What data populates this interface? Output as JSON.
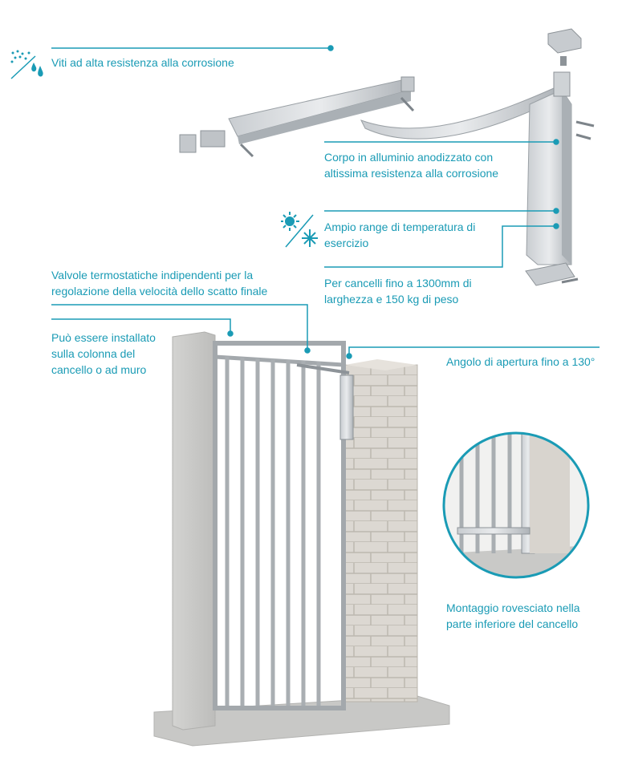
{
  "accent_color": "#1a9bb5",
  "callouts": {
    "screws": "Viti ad alta resistenza alla corrosione",
    "body_line1": "Corpo in alluminio anodizzato con",
    "body_line2": "altissima resistenza alla corrosione",
    "temp_line1": "Ampio range di temperatura di",
    "temp_line2": "esercizio",
    "gates_line1": "Per cancelli fino a 1300mm di",
    "gates_line2": "larghezza e 150 kg di peso",
    "valves_line1": "Valvole termostatiche indipendenti per la",
    "valves_line2": "regolazione della velocità dello scatto finale",
    "install_line1": "Può essere installato",
    "install_line2": "sulla colonna del",
    "install_line3": "cancello o ad muro",
    "angle": "Angolo di apertura fino a 130°",
    "mount_line1": "Montaggio rovesciato nella",
    "mount_line2": "parte inferiore del cancello"
  },
  "icons": {
    "corrosion": "salt-water-drops-icon",
    "temperature": "sun-snowflake-icon"
  }
}
